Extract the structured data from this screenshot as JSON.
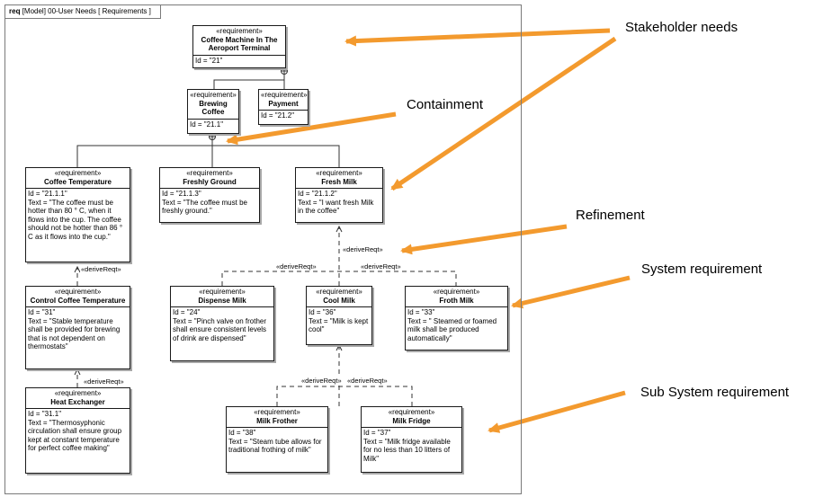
{
  "frame": {
    "keyword": "req",
    "title": "[Model] 00-User Needs [ Requirements ]"
  },
  "stereotype": "«requirement»",
  "reqs": {
    "r21": {
      "name": "Coffee Machine In The Aeroport Terminal",
      "id": "Id = \"21\"",
      "text": ""
    },
    "r211": {
      "name": "Brewing Coffee",
      "id": "Id = \"21.1\"",
      "text": ""
    },
    "r212": {
      "name": "Payment",
      "id": "Id = \"21.2\"",
      "text": ""
    },
    "r2111": {
      "name": "Coffee Temperature",
      "id": "Id = \"21.1.1\"",
      "text": "Text = \"The coffee must be hotter than 80 ° C, when it flows into the cup. The coffee should not be hotter than 86 ° C as it flows into the cup.\""
    },
    "r2113": {
      "name": "Freshly Ground",
      "id": "Id = \"21.1.3\"",
      "text": "Text = \"The coffee must be freshly ground.\""
    },
    "r2112": {
      "name": "Fresh Milk",
      "id": "Id = \"21.1.2\"",
      "text": "Text = \"I want fresh Milk in the coffee\""
    },
    "r31": {
      "name": "Control Coffee Temperature",
      "id": "Id = \"31\"",
      "text": "Text = \"Stable temperature shall be provided for brewing that is not dependent on thermostats\""
    },
    "r311": {
      "name": "Heat Exchanger",
      "id": "Id = \"31.1\"",
      "text": "Text = \"Thermosyphonic circulation shall ensure group kept at constant temperature for perfect coffee making\""
    },
    "r24": {
      "name": "Dispense Milk",
      "id": "Id = \"24\"",
      "text": "Text = \"Pinch valve on frother shall ensure consistent levels of drink are dispensed\""
    },
    "r36": {
      "name": "Cool Milk",
      "id": "Id = \"36\"",
      "text": "Text = \"Milk is kept cool\""
    },
    "r33": {
      "name": "Froth Milk",
      "id": "Id = \"33\"",
      "text": "Text = \" Steamed or foamed milk shall be produced automatically\""
    },
    "r38": {
      "name": "Milk Frother",
      "id": "Id = \"38\"",
      "text": "Text = \"Steam tube allows for traditional frothing of milk\""
    },
    "r37": {
      "name": "Milk Fridge",
      "id": "Id = \"37\"",
      "text": "Text = \"Milk fridge available for no less than 10 litters of Milk\""
    }
  },
  "derive_label": "«deriveReqt»",
  "callouts": {
    "stakeholder": "Stakeholder needs",
    "containment": "Containment",
    "refinement": "Refinement",
    "system": "System requirement",
    "subsystem": "Sub System requirement"
  },
  "colors": {
    "arrow": "#f39a2e",
    "box_border": "#1a1a1a",
    "frame": "#7a7a7a"
  }
}
